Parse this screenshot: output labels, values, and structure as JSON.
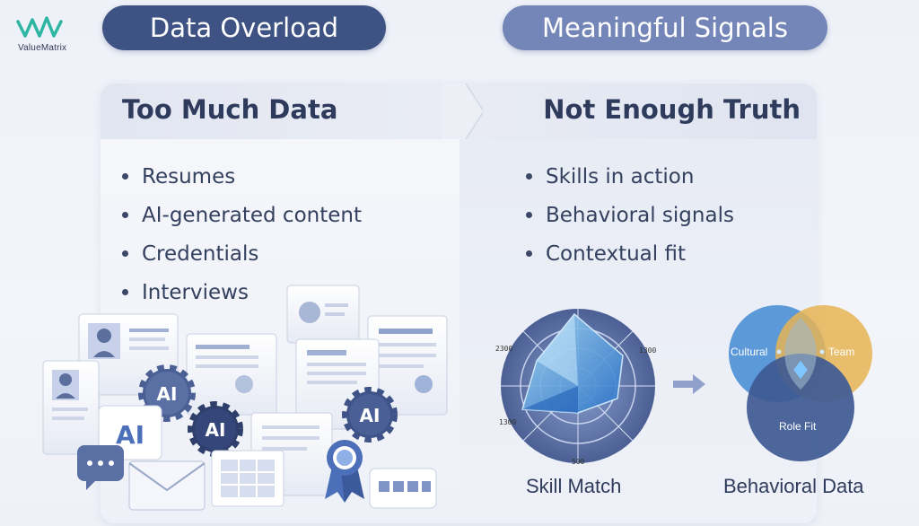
{
  "brand": {
    "name": "ValueMatrix"
  },
  "top": {
    "left_pill": "Data Overload",
    "right_pill": "Meaningful Signals"
  },
  "panel": {
    "left_heading": "Too Much Data",
    "right_heading": "Not Enough Truth",
    "left_items": [
      "Resumes",
      "AI-generated content",
      "Credentials",
      "Interviews"
    ],
    "right_items": [
      "Skills in action",
      "Behavioral signals",
      "Contextual fit"
    ]
  },
  "clutter_badges": {
    "ai": "AI"
  },
  "radar": {
    "caption": "Skill Match",
    "axis_labels": [
      "2300",
      "1300",
      "1300",
      "500"
    ]
  },
  "venn": {
    "caption": "Behavioral Data",
    "labels": [
      "Cultural",
      "Team",
      "Role Fit"
    ]
  },
  "colors": {
    "navy": "#3e5283",
    "periwinkle": "#7485b7",
    "blue": "#4d8fd6",
    "gold": "#e6b453",
    "dark_blue": "#3e5a94"
  }
}
